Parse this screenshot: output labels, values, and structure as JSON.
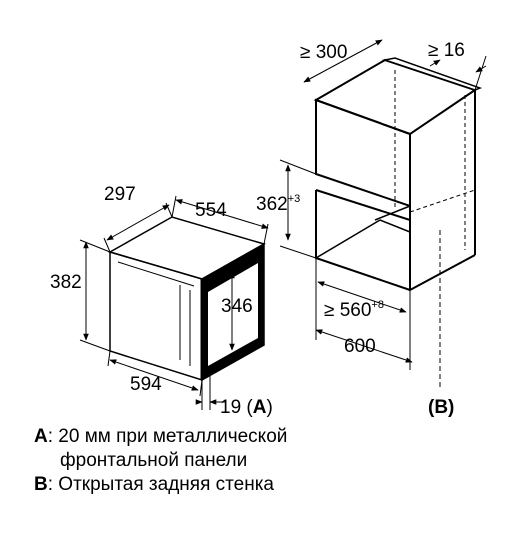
{
  "dimensions": {
    "depth_297": "297",
    "width_554": "554",
    "height_382": "382",
    "door_346": "346",
    "width_594": "594",
    "front_19": "19 (",
    "front_19_ref": "A",
    "front_19_close": ")",
    "niche_depth_300": "≥ 300",
    "rear_gap_16": "≥ 16",
    "niche_height_362": "362",
    "niche_height_362_tol": "+3",
    "niche_width_560": "≥ 560",
    "niche_width_560_tol": "+8",
    "cabinet_width_600": "600",
    "rear_ref": "(B)"
  },
  "notes": [
    {
      "key": "A",
      "sep": ": ",
      "lines": [
        "20 мм при металлической",
        "фронтальной панели"
      ]
    },
    {
      "key": "B",
      "sep": ": ",
      "lines": [
        "Открытая задняя стенка"
      ]
    }
  ]
}
